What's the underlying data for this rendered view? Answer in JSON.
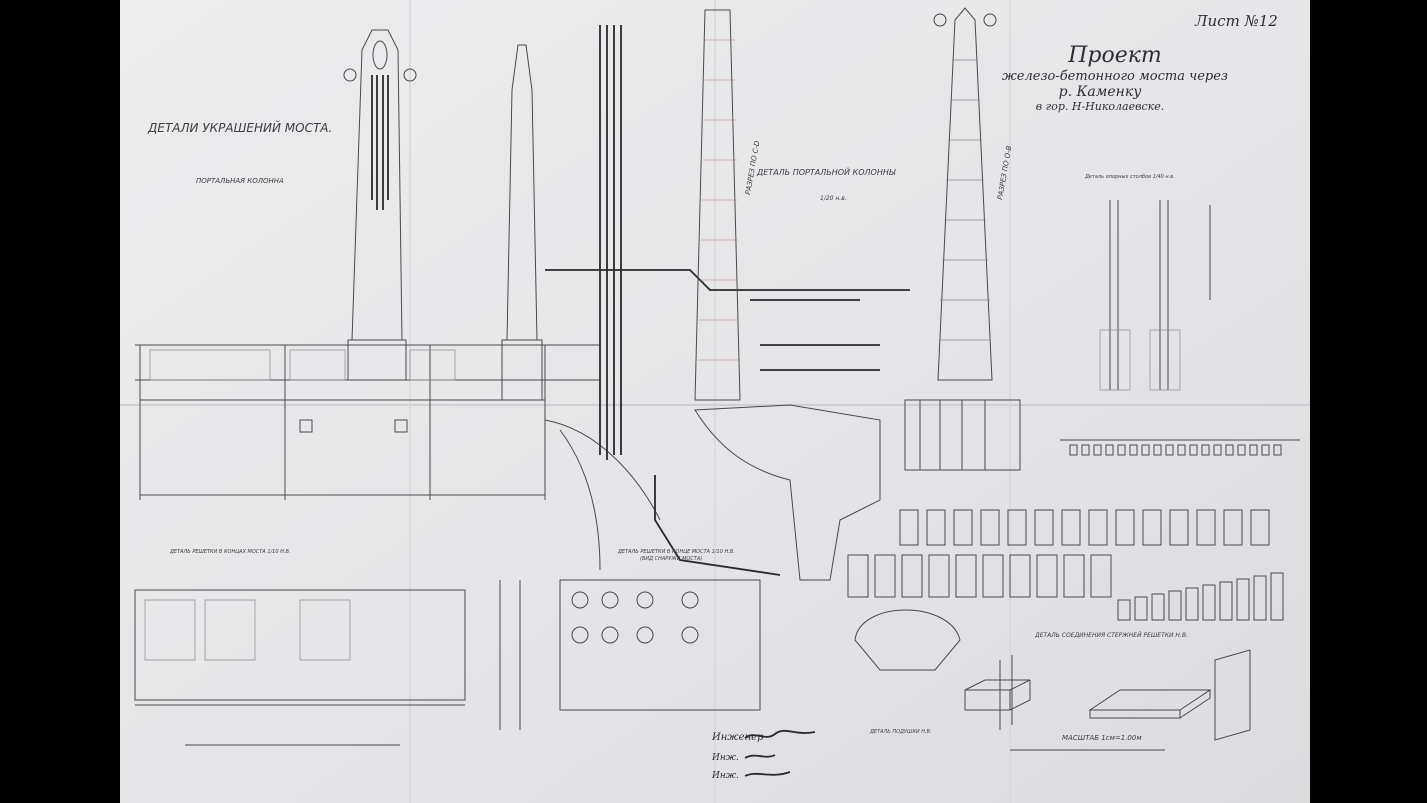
{
  "sheet": {
    "sheet_number": "Лист №12",
    "title": {
      "line1": "Проект",
      "line2": "железо-бетонного моста через",
      "line3": "р. Каменку",
      "line4": "в гор. Н-Николаевске."
    },
    "labels": {
      "decor_details": "ДЕТАЛИ УКРАШЕНИЙ МОСТА.",
      "portal_column": "ПОРТАЛЬНАЯ КОЛОННА",
      "portal_column_detail": "ДЕТАЛЬ ПОРТАЛЬНОЙ КОЛОННЫ",
      "section_cd": "РАЗРЕЗ ПО C-D",
      "section_ob": "РАЗРЕЗ ПО O-B",
      "scale_20": "1/20 н.в.",
      "support_posts": "Деталь опорных столбов 1/40 н.в.",
      "railing_end": "ДЕТАЛЬ РЕШЕТКИ В КОНЦАХ МОСТА 1/10 Н.В.",
      "railing_end2": "ДЕТАЛЬ РЕШЕТКИ В КОНЦЕ МОСТА 1/10 Н.В.",
      "railing_end2_sub": "(ВИД СНАРУЖИ МОСТА)",
      "cushion_detail": "ДЕТАЛЬ ПОДУШКИ Н.В.",
      "rod_joint": "ДЕТАЛЬ СОЕДИНЕНИЯ СТЕРЖНЕЙ РЕШЕТКИ Н.В.",
      "scale": "МАСШТАБ 1см=1.00м"
    },
    "signatures": [
      "Инженер",
      "Инж.",
      "Инж."
    ],
    "colors": {
      "background": "#000000",
      "paper": "#e9e9ea",
      "ink": "#3c3c44"
    }
  }
}
